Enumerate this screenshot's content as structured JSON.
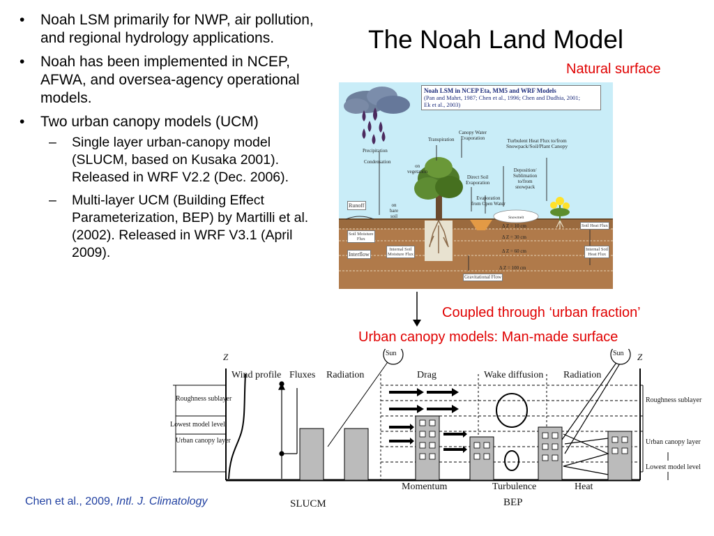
{
  "bullets": [
    {
      "text": "Noah LSM primarily for NWP, air pollution, and regional hydrology applications."
    },
    {
      "text": "Noah has been implemented in NCEP, AFWA, and oversea-agency operational models."
    },
    {
      "text": "Two urban canopy models (UCM)"
    }
  ],
  "sub_bullets": [
    {
      "text": "Single layer urban-canopy model (SLUCM, based on Kusaka 2001). Released in WRF V2.2 (Dec. 2006)."
    },
    {
      "text": "Multi-layer UCM (Building Effect Parameterization, BEP) by Martilli et al. (2002). Released in WRF V3.1 (April 2009)."
    }
  ],
  "bullet_symbol": "•",
  "dash_symbol": "–",
  "title": "The Noah Land Model",
  "natural_surface": "Natural surface",
  "coupled_label": "Coupled through ‘urban fraction’",
  "urban_label": "Urban canopy models: Man-made  surface",
  "noah_diagram": {
    "box_line1": "Noah LSM in NCEP Eta, MM5 and WRF  Models",
    "box_line2": "(Pan and Mahrt, 1987; Chen et al., 1996;  Chen and Dudhia, 2001;",
    "box_line3": "Ek et al., 2003)",
    "precipitation": "Precipitation",
    "condensation": "Condensation",
    "on_vegetation": "on\nvegetation",
    "transpiration": "Transpiration",
    "canopy_water_evap": "Canopy Water\nEvaporation",
    "turbulent_heat": "Turbulent Heat Flux to/from\nSnowpack/Soil/Plant Canopy",
    "direct_soil_evap": "Direct Soil\nEvaporation",
    "deposition": "Deposition/\nSublimation\nto/from\nsnowpack",
    "evap_open_water": "Evaporation\nfrom Open Water",
    "runoff": "Runoff",
    "on_bare_soil": "on\nbare\nsoil",
    "snowmelt": "Snowmelt",
    "soil_heat_flux": "Soil Heat Flux",
    "soil_moisture_flux": "Soil Moisture\nFlux",
    "interflow": "Interflow",
    "internal_soil_moisture": "Internal Soil\nMoisture Flux",
    "internal_soil_heat": "Internal Soil\nHeat Flux",
    "dz1": "Δ Z = 10 cm",
    "dz2": "Δ Z = 30 cm",
    "dz3": "Δ Z = 60 cm",
    "dz4": "Δ Z = 100 cm",
    "gravitational_flow": "Gravitational Flow"
  },
  "ucm_diagram": {
    "z_left": "Z",
    "z_right": "Z",
    "sun_left": "Sun",
    "sun_right": "Sun",
    "wind_profile": "Wind profile",
    "fluxes": "Fluxes",
    "radiation_left": "Radiation",
    "drag": "Drag",
    "wake_diffusion": "Wake diffusion",
    "radiation_right": "Radiation",
    "roughness_left": "Roughness sublayer",
    "lowest_left": "Lowest model level",
    "urban_canopy_left": "Urban canopy layer",
    "roughness_right": "Roughness sublayer",
    "urban_canopy_right": "Urban canopy layer",
    "lowest_right": "Lowest model level",
    "momentum": "Momentum",
    "turbulence": "Turbulence",
    "heat": "Heat",
    "slucm": "SLUCM",
    "bep": "BEP"
  },
  "citation": {
    "authors": "Chen et al., 2009, ",
    "journal": "Intl. J. Climatology"
  },
  "colors": {
    "red_text": "#e00000",
    "citation_blue": "#1f3fa0",
    "sky": "#c9edf8",
    "soil": "#b07a4a"
  }
}
